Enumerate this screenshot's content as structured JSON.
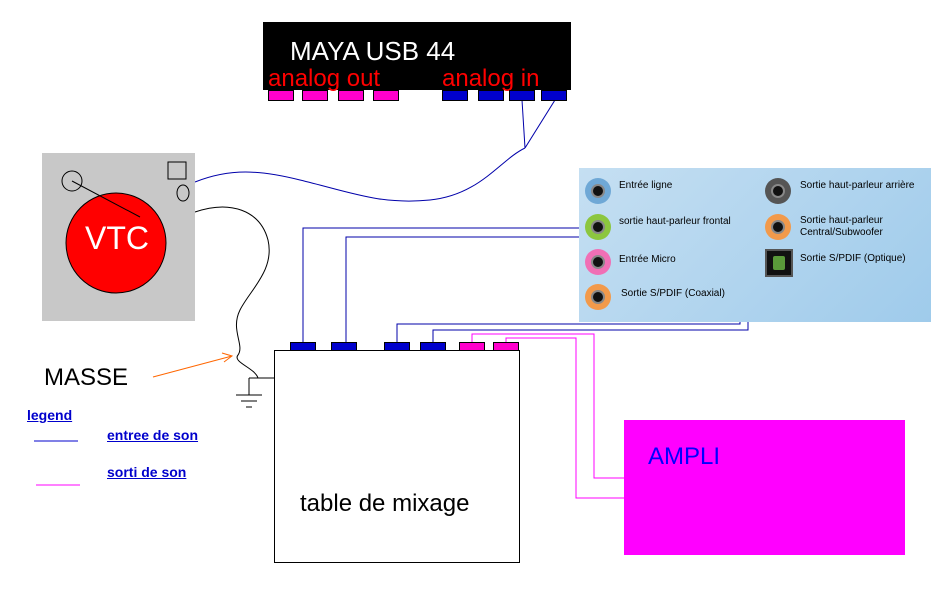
{
  "interface": {
    "title": "MAYA USB 44",
    "out_label": "analog out",
    "in_label": "analog in",
    "colors": {
      "body": "#000000",
      "label": "#ff0000",
      "out_port": "#ff00cc",
      "in_port": "#0000cc"
    }
  },
  "turntable": {
    "label": "VTC",
    "color": "#ff0000"
  },
  "ground": {
    "label": "MASSE"
  },
  "legend": {
    "title": "legend",
    "input_label": "entree de son",
    "output_label": "sorti de son",
    "input_color": "#0000cc",
    "output_color": "#ff00ff"
  },
  "mixer": {
    "label": "table de mixage"
  },
  "amplifier": {
    "label": "AMPLI",
    "color": "#ff00ff"
  },
  "sound_card": {
    "left_jacks": [
      {
        "label": "Entrée ligne",
        "ring_color": "#6fa8d6",
        "icon": "line-in-jack-icon"
      },
      {
        "label": "sortie haut-parleur frontal",
        "ring_color": "#8cc63f",
        "icon": "front-speaker-jack-icon"
      },
      {
        "label": "Entrée Micro",
        "ring_color": "#f06fb5",
        "icon": "mic-jack-icon"
      },
      {
        "label": "Sortie S/PDIF (Coaxial)",
        "ring_color": "#f29a4b",
        "icon": "spdif-coaxial-jack-icon"
      }
    ],
    "right_jacks": [
      {
        "label_lines": [
          "Sortie haut-parleur arrière"
        ],
        "ring_color": "#555555",
        "icon": "rear-speaker-jack-icon"
      },
      {
        "label_lines": [
          "Sortie haut-parleur",
          "Central/Subwoofer"
        ],
        "ring_color": "#f29a4b",
        "icon": "center-sub-jack-icon"
      },
      {
        "label_lines": [
          "Sortie S/PDIF (Optique)"
        ],
        "ring_color": "#5a9a3a",
        "icon": "spdif-optical-jack-icon"
      }
    ]
  }
}
